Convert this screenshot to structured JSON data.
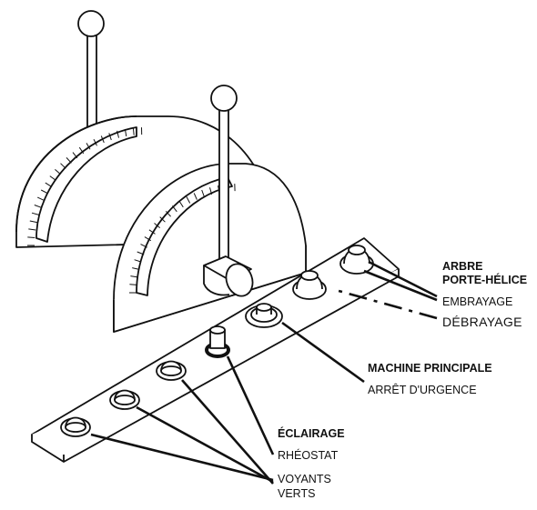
{
  "labels": {
    "arbre_line1": "ARBRE",
    "arbre_line2": "PORTE-HÉLICE",
    "embrayage": "EMBRAYAGE",
    "debrayage": "DÉBRAYAGE",
    "machine_principale": "MACHINE PRINCIPALE",
    "arret_urgence": "ARRÊT D'URGENCE",
    "eclairage": "ÉCLAIRAGE",
    "rheostat": "RHÉOSTAT",
    "voyants_line1": "VOYANTS",
    "voyants_line2": "VERTS"
  },
  "colors": {
    "ink": "#111111",
    "paper": "#ffffff"
  }
}
